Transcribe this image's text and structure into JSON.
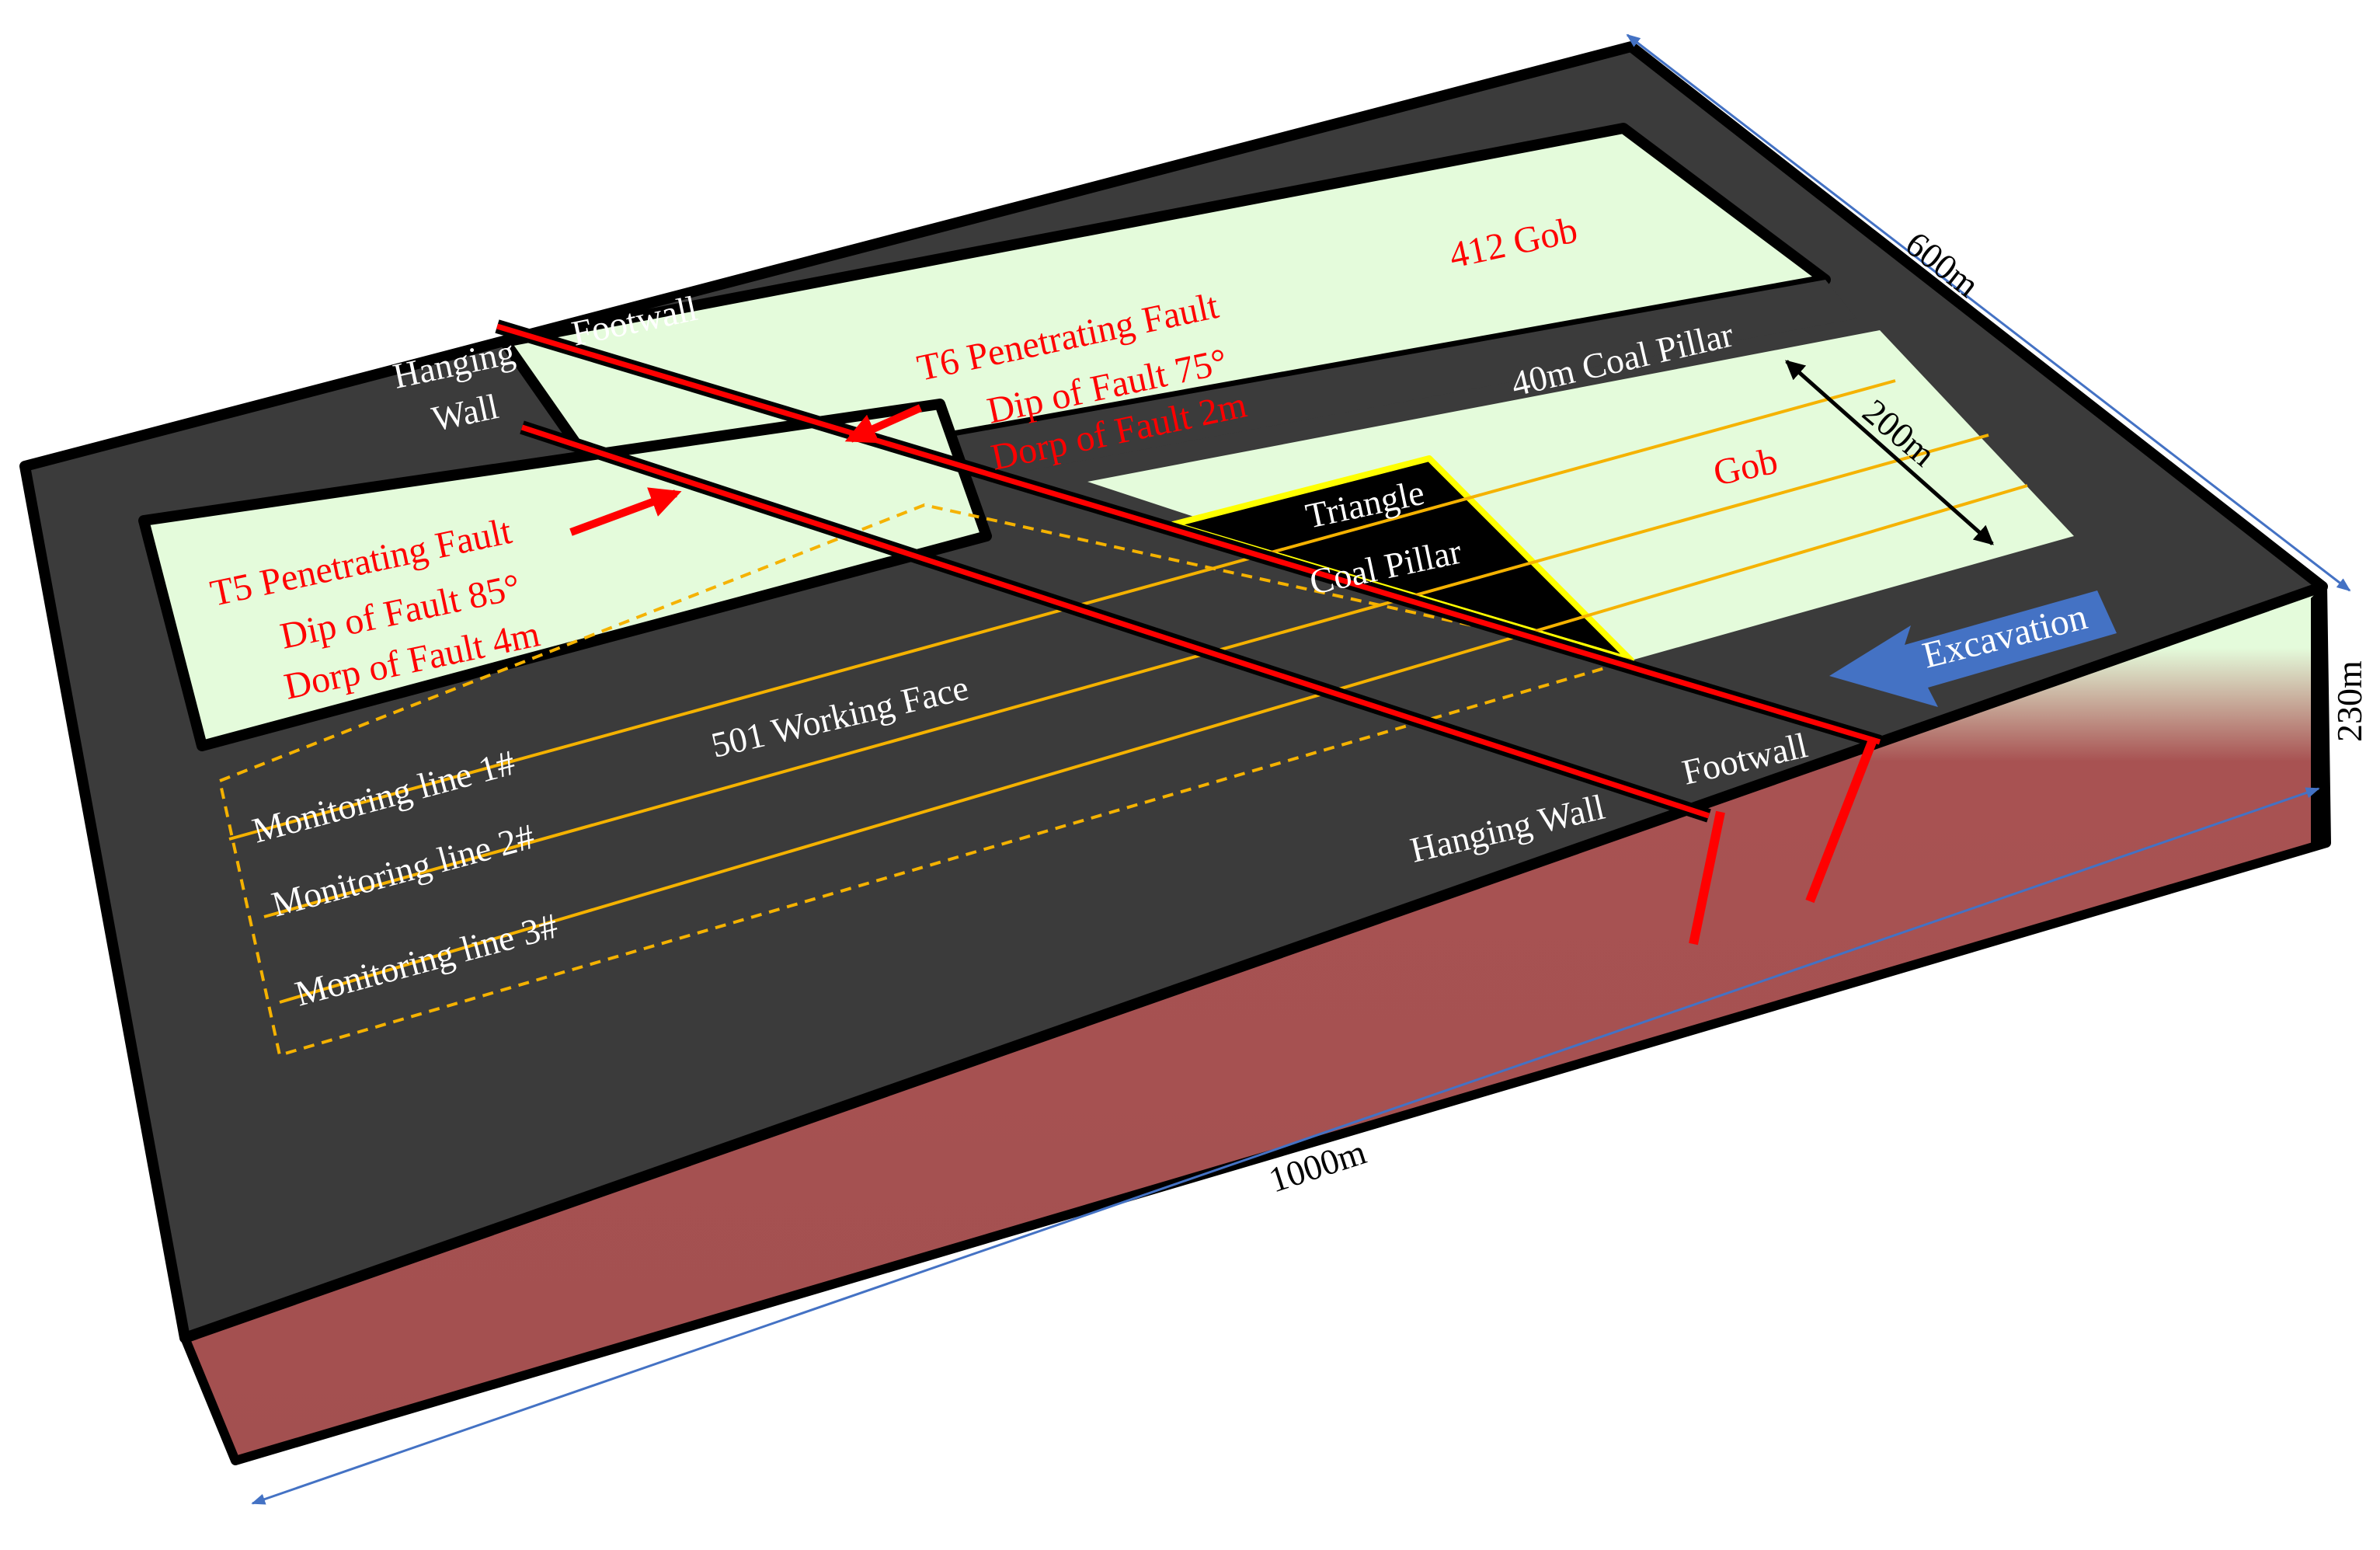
{
  "labels": {
    "dim_600": "600m",
    "dim_230": "230m",
    "dim_1000": "1000m",
    "dim_200": "200m",
    "gob_412": "412 Gob",
    "gob": "Gob",
    "coal_pillar_40": "40m Coal Pillar",
    "footwall_top": "Footwall",
    "hanging_top_1": "Hanging",
    "hanging_top_2": "Wall",
    "t6_line1": "T6  Penetrating Fault",
    "t6_line2": "Dip of Fault 75°",
    "t6_line3": "Dorp of Fault 2m",
    "t5_line1": "T5  Penetrating Fault",
    "t5_line2": "Dip of Fault 85°",
    "t5_line3": "Dorp of Fault 4m",
    "triangle_1": "Triangle",
    "triangle_2": "Coal Pillar",
    "working_face": "501 Working Face",
    "monitoring_1": "Monitoring line 1#",
    "monitoring_2": "Monitoring line 2#",
    "monitoring_3": "Monitoring line 3#",
    "footwall_bottom": "Footwall",
    "hanging_wall_bottom": "Hanging Wall",
    "excavation": "Excavation"
  },
  "colors": {
    "coal": "#3b3b3b",
    "gob": "#e4fbdb",
    "rock": "#a85252",
    "fault": "#ff0000",
    "monitoring": "#f5b200",
    "triangle_border": "#ffff00",
    "dimension": "#4472c4",
    "arrow": "#4472c4"
  }
}
